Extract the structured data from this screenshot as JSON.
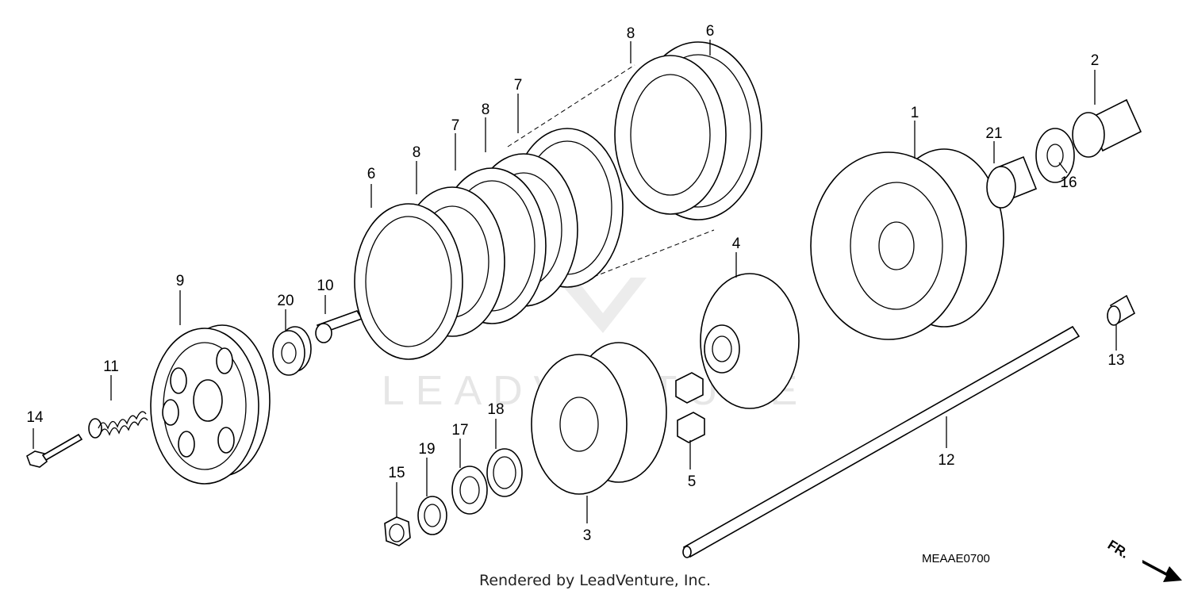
{
  "diagram": {
    "watermark": "LEADVENTURE",
    "diagram_code": "MEAAE0700",
    "footer": "Rendered by LeadVenture, Inc.",
    "direction_label": "FR.",
    "callouts": [
      "1",
      "2",
      "3",
      "4",
      "5",
      "6",
      "6",
      "7",
      "7",
      "8",
      "8",
      "8",
      "9",
      "10",
      "11",
      "12",
      "13",
      "14",
      "15",
      "16",
      "17",
      "18",
      "19",
      "20",
      "21"
    ]
  }
}
